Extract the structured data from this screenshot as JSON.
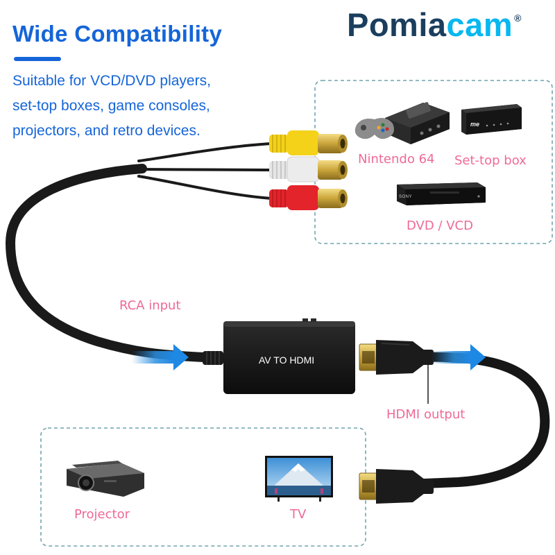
{
  "brand": {
    "name_part1": "Pomia",
    "name_part2": "cam",
    "registered": "®"
  },
  "headline": "Wide Compatibility",
  "description_lines": [
    "Suitable for VCD/DVD players,",
    "set-top boxes, game consoles,",
    "projectors, and retro devices."
  ],
  "source_devices": [
    {
      "label": "Nintendo 64",
      "icon": "game-console-icon"
    },
    {
      "label": "Set-top box",
      "icon": "set-top-box-icon"
    },
    {
      "label": "DVD / VCD",
      "icon": "dvd-player-icon"
    }
  ],
  "dvd_brand": "SONY",
  "stb_brand": "me",
  "converter_label": "AV TO HDMI",
  "rca_input_label": "RCA input",
  "hdmi_output_label": "HDMI output",
  "output_devices": [
    {
      "label": "Projector",
      "icon": "projector-icon"
    },
    {
      "label": "TV",
      "icon": "tv-icon"
    }
  ],
  "colors": {
    "headline_blue": "#1565d8",
    "brand_dark": "#1b3e5e",
    "brand_cyan": "#07b7f0",
    "label_pink": "#ef6a95",
    "panel_border": "#6fa3ad",
    "arrow_blue": "#2a8fe0",
    "rca_yellow": "#f4d21a",
    "rca_white": "#e6e6e6",
    "rca_red": "#e3242b",
    "connector_gold": "#c9a43a"
  }
}
